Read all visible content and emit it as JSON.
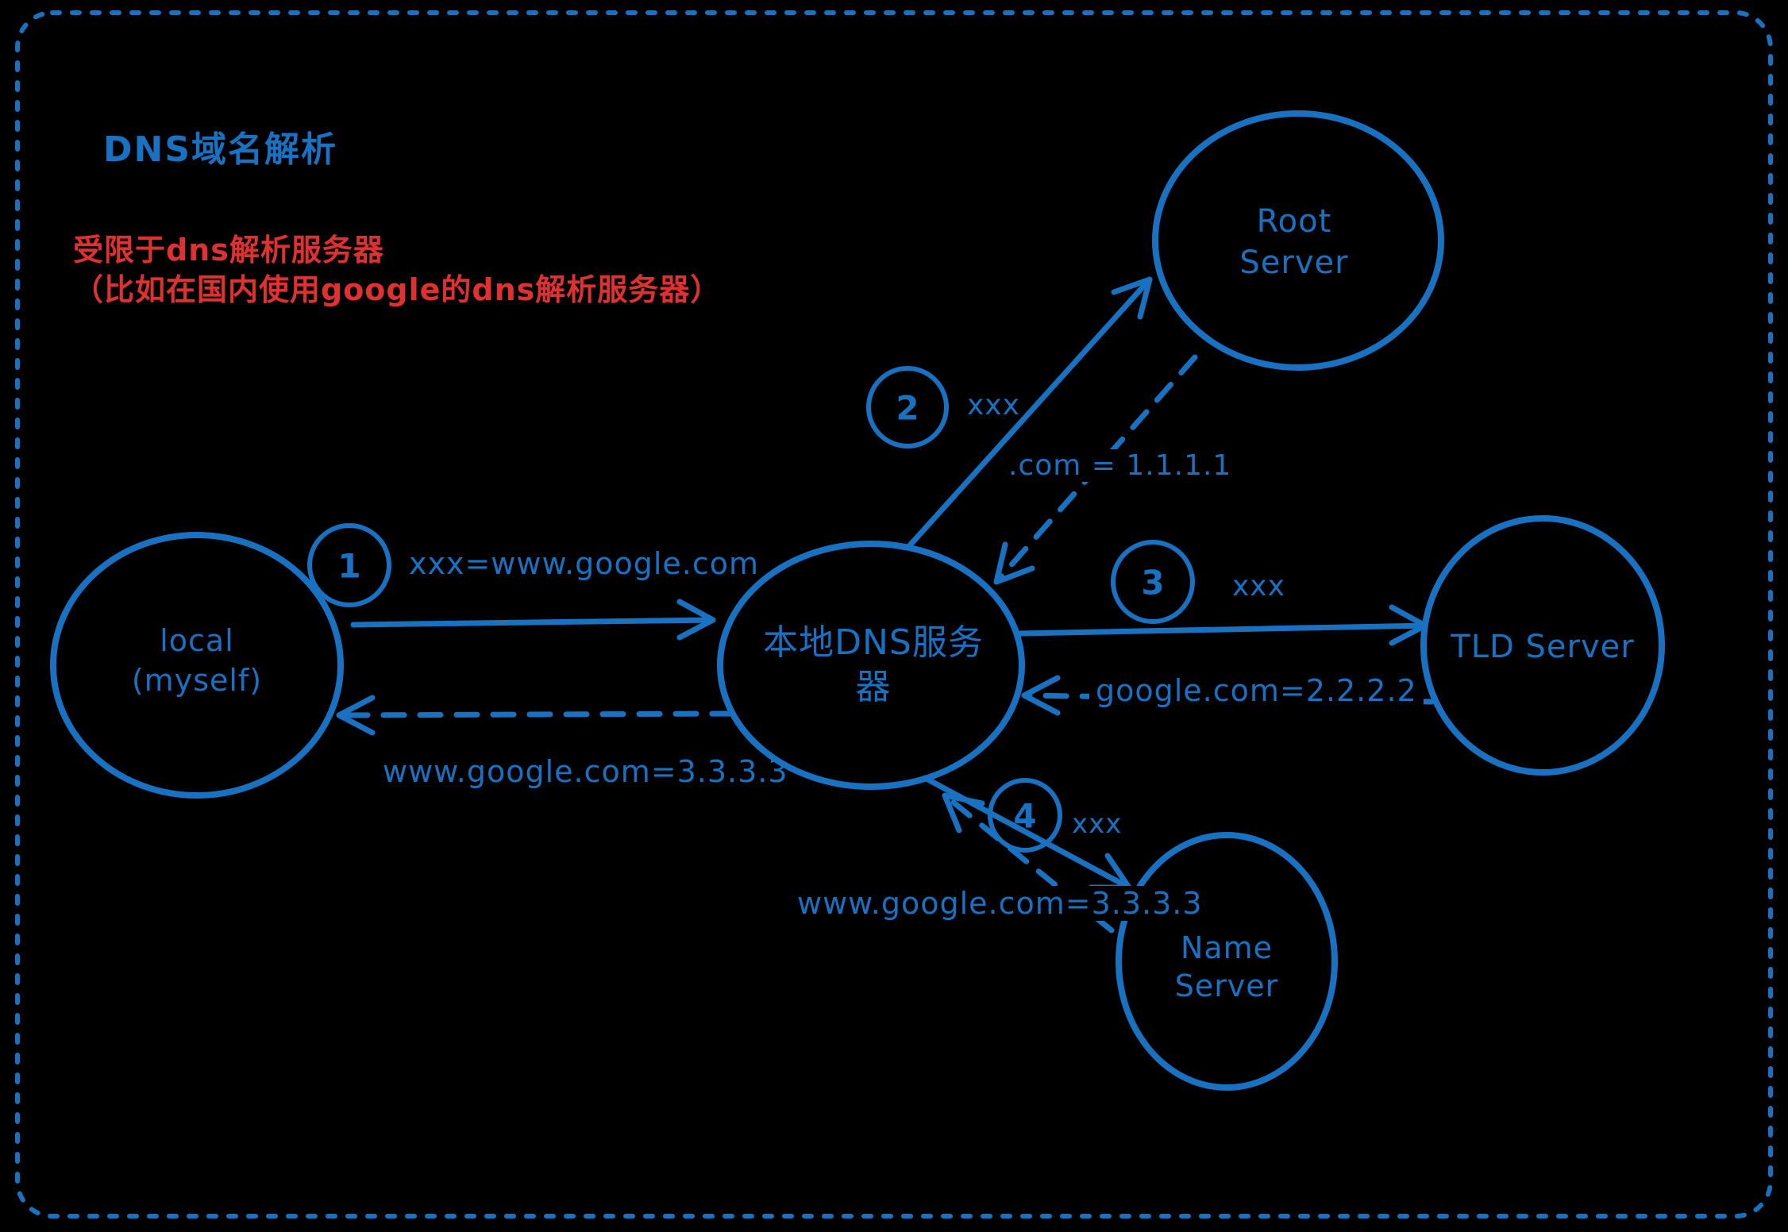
{
  "colors": {
    "stroke_blue": "#1971c2",
    "note_red": "#e03131",
    "background": "#000000"
  },
  "title": "DNS域名解析",
  "note": {
    "line1": "受限于dns解析服务器",
    "line2": "（比如在国内使用google的dns解析服务器）"
  },
  "nodes": {
    "local": {
      "line1": "local",
      "line2": "(myself)"
    },
    "local_dns": {
      "line1": "本地DNS服务",
      "line2": "器"
    },
    "root": {
      "line1": "Root",
      "line2": "Server"
    },
    "tld": {
      "line1": "TLD Server"
    },
    "name": {
      "line1": "Name",
      "line2": "Server"
    }
  },
  "steps": [
    {
      "number": "1",
      "request": "xxx=www.google.com",
      "response": "www.google.com=3.3.3.3"
    },
    {
      "number": "2",
      "request": "xxx",
      "response": ".com = 1.1.1.1"
    },
    {
      "number": "3",
      "request": "xxx",
      "response": "google.com=2.2.2.2"
    },
    {
      "number": "4",
      "request": "xxx",
      "response": "www.google.com=3.3.3.3"
    }
  ]
}
